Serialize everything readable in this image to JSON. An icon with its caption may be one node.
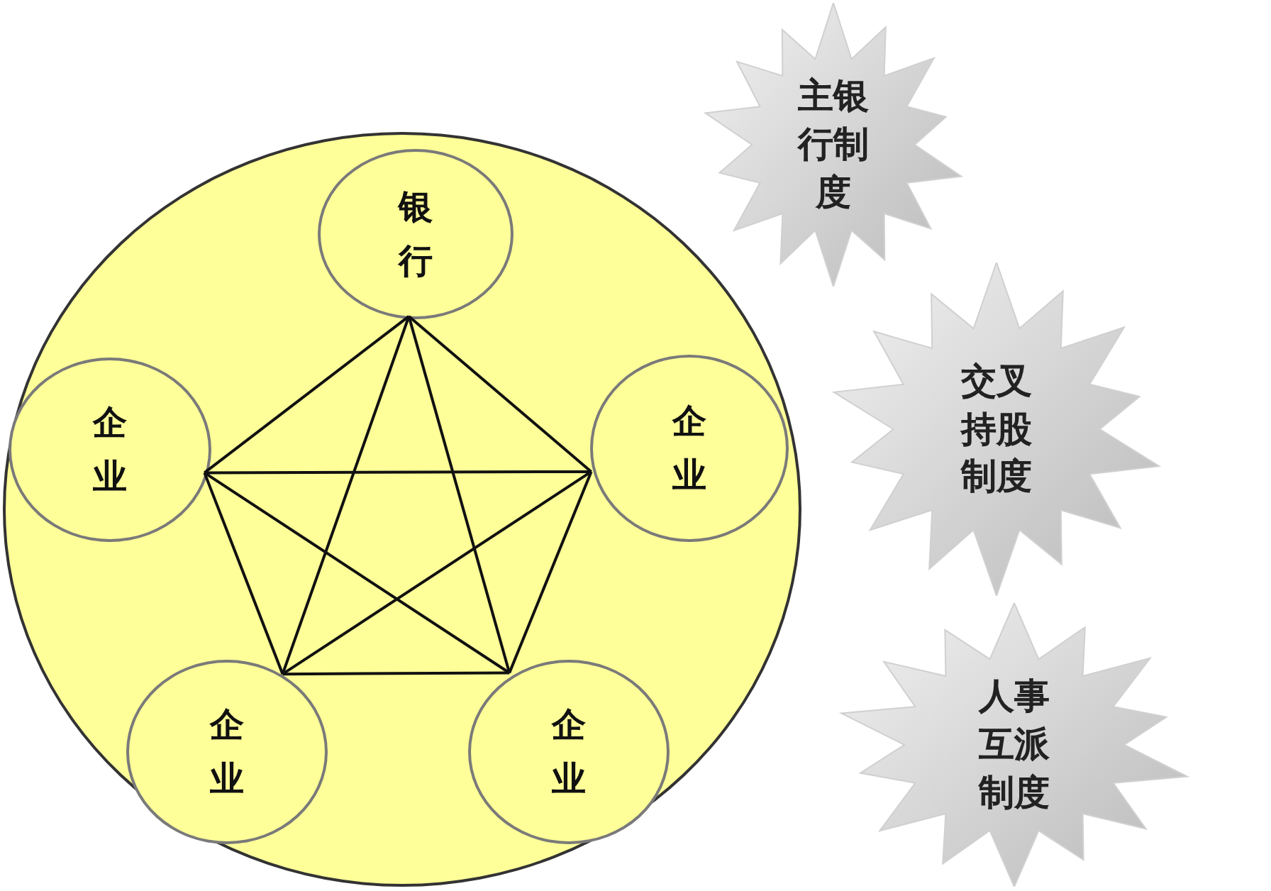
{
  "diagram": {
    "nodes": [
      {
        "text": [],
        "shape": "circle"
      },
      {
        "text": [
          "银行"
        ],
        "in": 0
      },
      {
        "text": [
          "企业"
        ],
        "in": 0
      },
      {
        "text": [
          "企业"
        ],
        "in": 0
      },
      {
        "text": [
          "企业"
        ],
        "in": 0
      },
      {
        "text": [
          "企业"
        ],
        "in": 0
      },
      {
        "text": [
          "主银行制度"
        ]
      },
      {
        "text": [
          "交叉持股制度"
        ]
      },
      {
        "text": [
          "人事互派制度"
        ]
      }
    ],
    "edges": [
      {
        "from": 1,
        "to": 2,
        "arrow": "none"
      },
      {
        "from": 1,
        "to": 3,
        "arrow": "none"
      },
      {
        "from": 1,
        "to": 4,
        "arrow": "none"
      },
      {
        "from": 1,
        "to": 5,
        "arrow": "none"
      },
      {
        "from": 2,
        "to": 3,
        "arrow": "none"
      },
      {
        "from": 2,
        "to": 4,
        "arrow": "none"
      },
      {
        "from": 2,
        "to": 5,
        "arrow": "none"
      },
      {
        "from": 3,
        "to": 4,
        "arrow": "none"
      },
      {
        "from": 3,
        "to": 5,
        "arrow": "none"
      },
      {
        "from": 4,
        "to": 5,
        "arrow": "none"
      }
    ]
  }
}
